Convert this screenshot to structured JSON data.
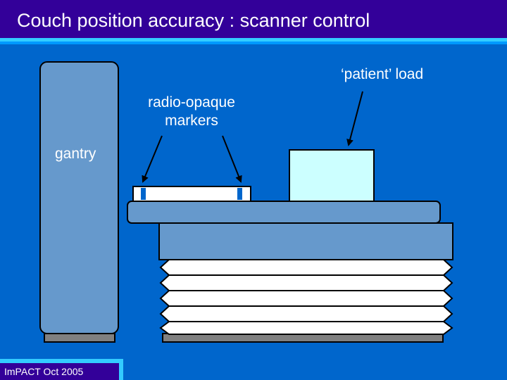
{
  "slide": {
    "title": "Couch position accuracy : scanner control",
    "footer": "ImPACT Oct 2005"
  },
  "labels": {
    "gantry": "gantry",
    "markers_line1": "radio-opaque",
    "markers_line2": "markers",
    "patient_load": "‘patient’ load"
  },
  "colors": {
    "background": "#0066cc",
    "title_bar": "#330099",
    "accent": "#33ccff",
    "couch_blue": "#6699cc",
    "load_fill": "#ccffff",
    "marker_plate": "#ffffff",
    "marker": "#0066cc",
    "base": "#808080"
  }
}
